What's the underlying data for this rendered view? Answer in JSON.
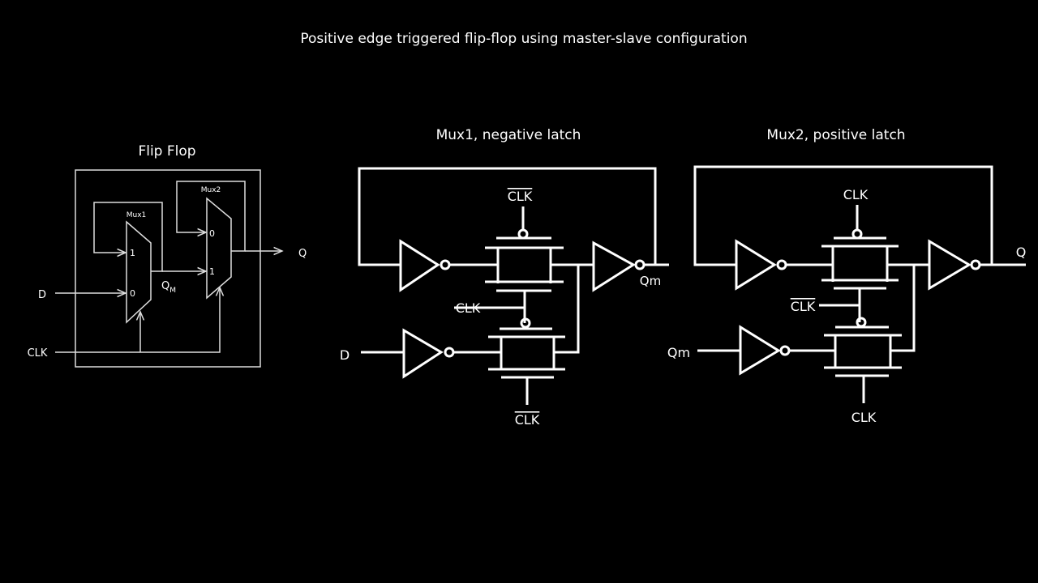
{
  "title": "Positive edge triggered flip-flop using master-slave configuration",
  "flipflop": {
    "heading": "Flip Flop",
    "mux1": "Mux1",
    "mux2": "Mux2",
    "in_one": "1",
    "in_zero": "0",
    "in_zero_2": "0",
    "in_one_2": "1",
    "d": "D",
    "clk": "CLK",
    "qm": "Q",
    "qm_sub": "M",
    "q": "Q"
  },
  "mux1_latch": {
    "heading": "Mux1, negative latch",
    "clk_bar_top": "CLK",
    "clk_mid": "CLK",
    "clk_bar_bottom": "CLK",
    "d": "D",
    "out": "Qm"
  },
  "mux2_latch": {
    "heading": "Mux2, positive latch",
    "clk_top": "CLK",
    "clk_bar_mid": "CLK",
    "clk_bottom": "CLK",
    "in": "Qm",
    "out": "Q"
  }
}
